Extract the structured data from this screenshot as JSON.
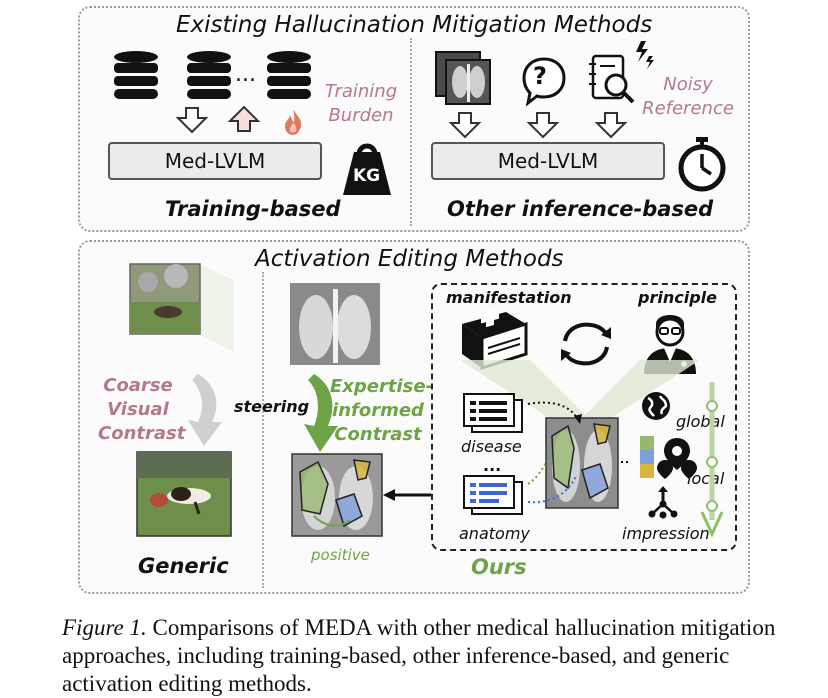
{
  "top_panel": {
    "title": "Existing Hallucination Mitigation Methods",
    "training": {
      "ellipsis": "...",
      "burden_label": "Training Burden",
      "model_label": "Med-LVLM",
      "weight_label": "KG",
      "subtitle": "Training-based"
    },
    "inference": {
      "noisy_label": "Noisy Reference",
      "model_label": "Med-LVLM",
      "question_mark": "?",
      "subtitle": "Other inference-based"
    }
  },
  "bottom_panel": {
    "title": "Activation Editing Methods",
    "generic": {
      "contrast_label": "Coarse Visual Contrast",
      "subtitle": "Generic"
    },
    "ours": {
      "steering_label": "steering",
      "contrast_label": "Expertise-informed Contrast",
      "positive_label": "positive",
      "manifestation_label": "manifestation",
      "principle_label": "principle",
      "disease_label": "disease",
      "ellipsis": "...",
      "anatomy_label": "anatomy",
      "global_label": "global",
      "local_label": "local",
      "impression_label": "impression",
      "subtitle": "Ours"
    }
  },
  "caption": {
    "figure_label": "Figure 1.",
    "text": "Comparisons of MEDA with other medical hallucination mitigation approaches, including training-based, other inference-based, and generic activation editing methods."
  },
  "colors": {
    "pink": "#b47a86",
    "green": "#6ea447",
    "yellow": "#d7b640",
    "blue": "#7d9fd8"
  }
}
